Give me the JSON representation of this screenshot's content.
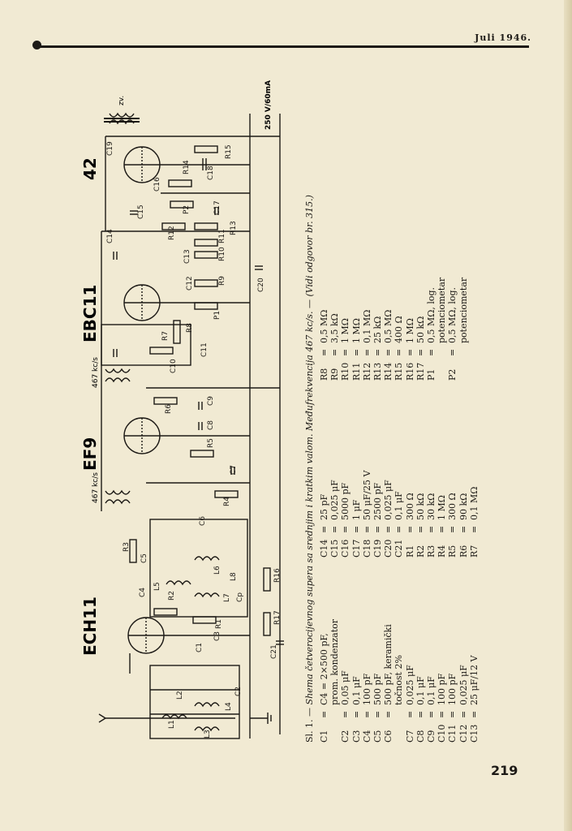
{
  "header": {
    "date": "Juli 1946."
  },
  "page_number": "219",
  "schematic": {
    "tubes": [
      "ECH11",
      "EF9",
      "EBC11",
      "42"
    ],
    "if_labels": [
      "467 kc/s",
      "467 kc/s"
    ],
    "supply": "250 V/60mA",
    "speaker": "zv.",
    "components": [
      "L1",
      "L2",
      "L3",
      "L4",
      "L5",
      "L6",
      "L7",
      "L8",
      "C1",
      "C2",
      "C3",
      "C4",
      "C5",
      "C6",
      "C7",
      "C8",
      "C9",
      "C10",
      "C11",
      "C12",
      "C13",
      "C14",
      "C15",
      "C16",
      "C17",
      "C18",
      "C19",
      "C20",
      "C21",
      "Cp",
      "R1",
      "R2",
      "R3",
      "R4",
      "R5",
      "R6",
      "R7",
      "R8",
      "R9",
      "R10",
      "R11",
      "R12",
      "R13",
      "R14",
      "R15",
      "R16",
      "R17",
      "P1",
      "P2"
    ]
  },
  "caption": {
    "lead": "Sl. 1. —",
    "text": "Shema četverocijevnog supera sa srednjim i kratkim valom. Međufrekvencija 467 kc/s. — (Vidi odgovor br. 315.)"
  },
  "component_list": {
    "col1": [
      {
        "sym": "C1",
        "eq": "=",
        "val": "C4 = 2×500 pF,"
      },
      {
        "sym": "",
        "eq": "",
        "val": "prom. kondenzator"
      },
      {
        "sym": "C2",
        "eq": "=",
        "val": "0,05 μF"
      },
      {
        "sym": "C3",
        "eq": "=",
        "val": "0,1 μF"
      },
      {
        "sym": "C4",
        "eq": "=",
        "val": "100 pF"
      },
      {
        "sym": "C5",
        "eq": "=",
        "val": "500 pF"
      },
      {
        "sym": "C6",
        "eq": "=",
        "val": "500 pF, keramički"
      },
      {
        "sym": "",
        "eq": "",
        "val": "točnost 2%"
      },
      {
        "sym": "C7",
        "eq": "=",
        "val": "0,025 μF"
      },
      {
        "sym": "C8",
        "eq": "=",
        "val": "0,1 μF"
      },
      {
        "sym": "C9",
        "eq": "=",
        "val": "0,1 μF"
      },
      {
        "sym": "C10",
        "eq": "=",
        "val": "100 pF"
      },
      {
        "sym": "C11",
        "eq": "=",
        "val": "100 pF"
      },
      {
        "sym": "C12",
        "eq": "=",
        "val": "0,025 μF"
      },
      {
        "sym": "C13",
        "eq": "=",
        "val": "25 μF/12 V"
      }
    ],
    "col2": [
      {
        "sym": "C14",
        "eq": "=",
        "val": "25 pF"
      },
      {
        "sym": "C15",
        "eq": "=",
        "val": "0,025 μF"
      },
      {
        "sym": "C16",
        "eq": "=",
        "val": "5000 pF"
      },
      {
        "sym": "C17",
        "eq": "=",
        "val": "1 μF"
      },
      {
        "sym": "C18",
        "eq": "=",
        "val": "50 μF/25 V"
      },
      {
        "sym": "C19",
        "eq": "=",
        "val": "2500 pF"
      },
      {
        "sym": "C20",
        "eq": "=",
        "val": "0,025 μF"
      },
      {
        "sym": "C21",
        "eq": "=",
        "val": "0,1 μF"
      },
      {
        "sym": "R1",
        "eq": "=",
        "val": "300 Ω"
      },
      {
        "sym": "R2",
        "eq": "=",
        "val": "50 kΩ"
      },
      {
        "sym": "R3",
        "eq": "=",
        "val": "30 kΩ"
      },
      {
        "sym": "R4",
        "eq": "=",
        "val": "1 MΩ"
      },
      {
        "sym": "R5",
        "eq": "=",
        "val": "300 Ω"
      },
      {
        "sym": "R6",
        "eq": "=",
        "val": "90 kΩ"
      },
      {
        "sym": "R7",
        "eq": "=",
        "val": "0,1 MΩ"
      }
    ],
    "col3": [
      {
        "sym": "R8",
        "eq": "=",
        "val": "0,5 MΩ"
      },
      {
        "sym": "R9",
        "eq": "=",
        "val": "3,5 kΩ"
      },
      {
        "sym": "R10",
        "eq": "=",
        "val": "1 MΩ"
      },
      {
        "sym": "R11",
        "eq": "=",
        "val": "1 MΩ"
      },
      {
        "sym": "R12",
        "eq": "=",
        "val": "0,1 MΩ"
      },
      {
        "sym": "R13",
        "eq": "=",
        "val": "25 kΩ"
      },
      {
        "sym": "R14",
        "eq": "=",
        "val": "0,5 MΩ"
      },
      {
        "sym": "R15",
        "eq": "=",
        "val": "400 Ω"
      },
      {
        "sym": "R16",
        "eq": "=",
        "val": "1 MΩ"
      },
      {
        "sym": "R17",
        "eq": "=",
        "val": "50 kΩ"
      },
      {
        "sym": "P1",
        "eq": "=",
        "val": "0,5 MΩ, log."
      },
      {
        "sym": "",
        "eq": "",
        "val": "potenciometar"
      },
      {
        "sym": "P2",
        "eq": "=",
        "val": "0,5 MΩ, log."
      },
      {
        "sym": "",
        "eq": "",
        "val": "potenciometar"
      }
    ]
  }
}
